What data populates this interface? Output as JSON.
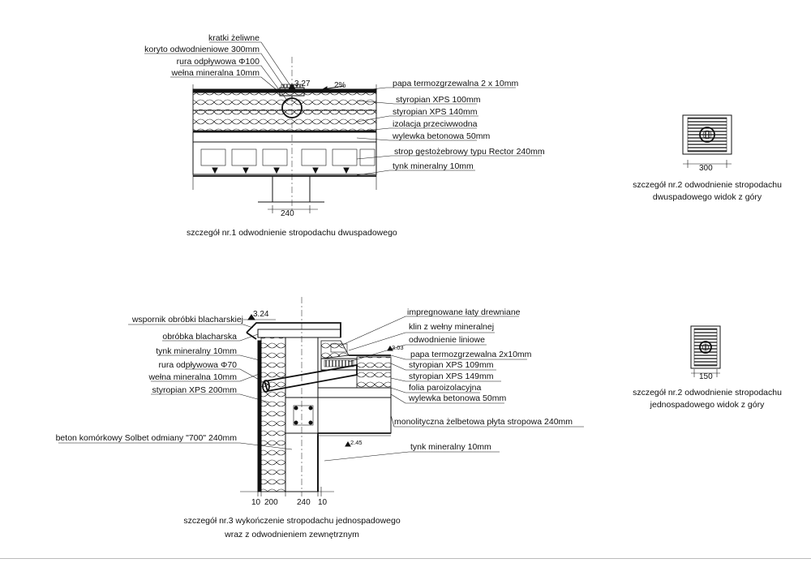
{
  "detail1": {
    "labels": [
      "kratki żeliwne",
      "koryto odwodnieniowe 300mm",
      "rura odpływowa Φ100",
      "wełna mineralna 10mm"
    ],
    "right_labels": [
      "papa termozgrzewalna 2 x 10mm",
      "styropian XPS 100mm",
      "styropian XPS 140mm",
      "izolacja przeciwwodna",
      "wylewka betonowa 50mm",
      "strop gęstożebrowy typu Rector 240mm",
      "tynk mineralny 10mm"
    ],
    "level": "3.27",
    "slope": "2%",
    "dim": "240",
    "caption": "szczegół nr.1 odwodnienie stropodachu dwuspadowego"
  },
  "detail2a": {
    "dim": "300",
    "caption_line1": "szczegół nr.2 odwodnienie stropodachu",
    "caption_line2": "dwuspadowego widok z góry"
  },
  "detail2b": {
    "dim": "150",
    "caption_line1": "szczegół nr.2 odwodnienie stropodachu",
    "caption_line2": "jednospadowego widok z góry"
  },
  "detail3": {
    "left_labels": [
      "wspornik obróbki blacharskiej",
      "obróbka blacharska",
      "tynk mineralny 10mm",
      "rura odpływowa Φ70",
      "wełna mineralna 10mm",
      "styropian XPS 200mm",
      "beton komórkowy Solbet odmiany \"700\" 240mm"
    ],
    "right_labels": [
      "impregnowane łaty drewniane",
      "klin z wełny mineralnej",
      "odwodnienie liniowe",
      "papa termozgrzewalna 2x10mm",
      "styropian XPS  109mm",
      "styropian XPS 149mm",
      "folia paroizolacyjna",
      "wylewka betonowa 50mm",
      "monolityczna żelbetowa płyta stropowa 240mm",
      "tynk mineralny 10mm"
    ],
    "level_top": "3.24",
    "level_mid": "3.03",
    "level_low": "2.45",
    "dims": [
      "10",
      "200",
      "240",
      "10"
    ],
    "caption_line1": "szczegół nr.3 wykończenie stropodachu jednospadowego",
    "caption_line2": "wraz z odwodnieniem zewnętrznym"
  }
}
